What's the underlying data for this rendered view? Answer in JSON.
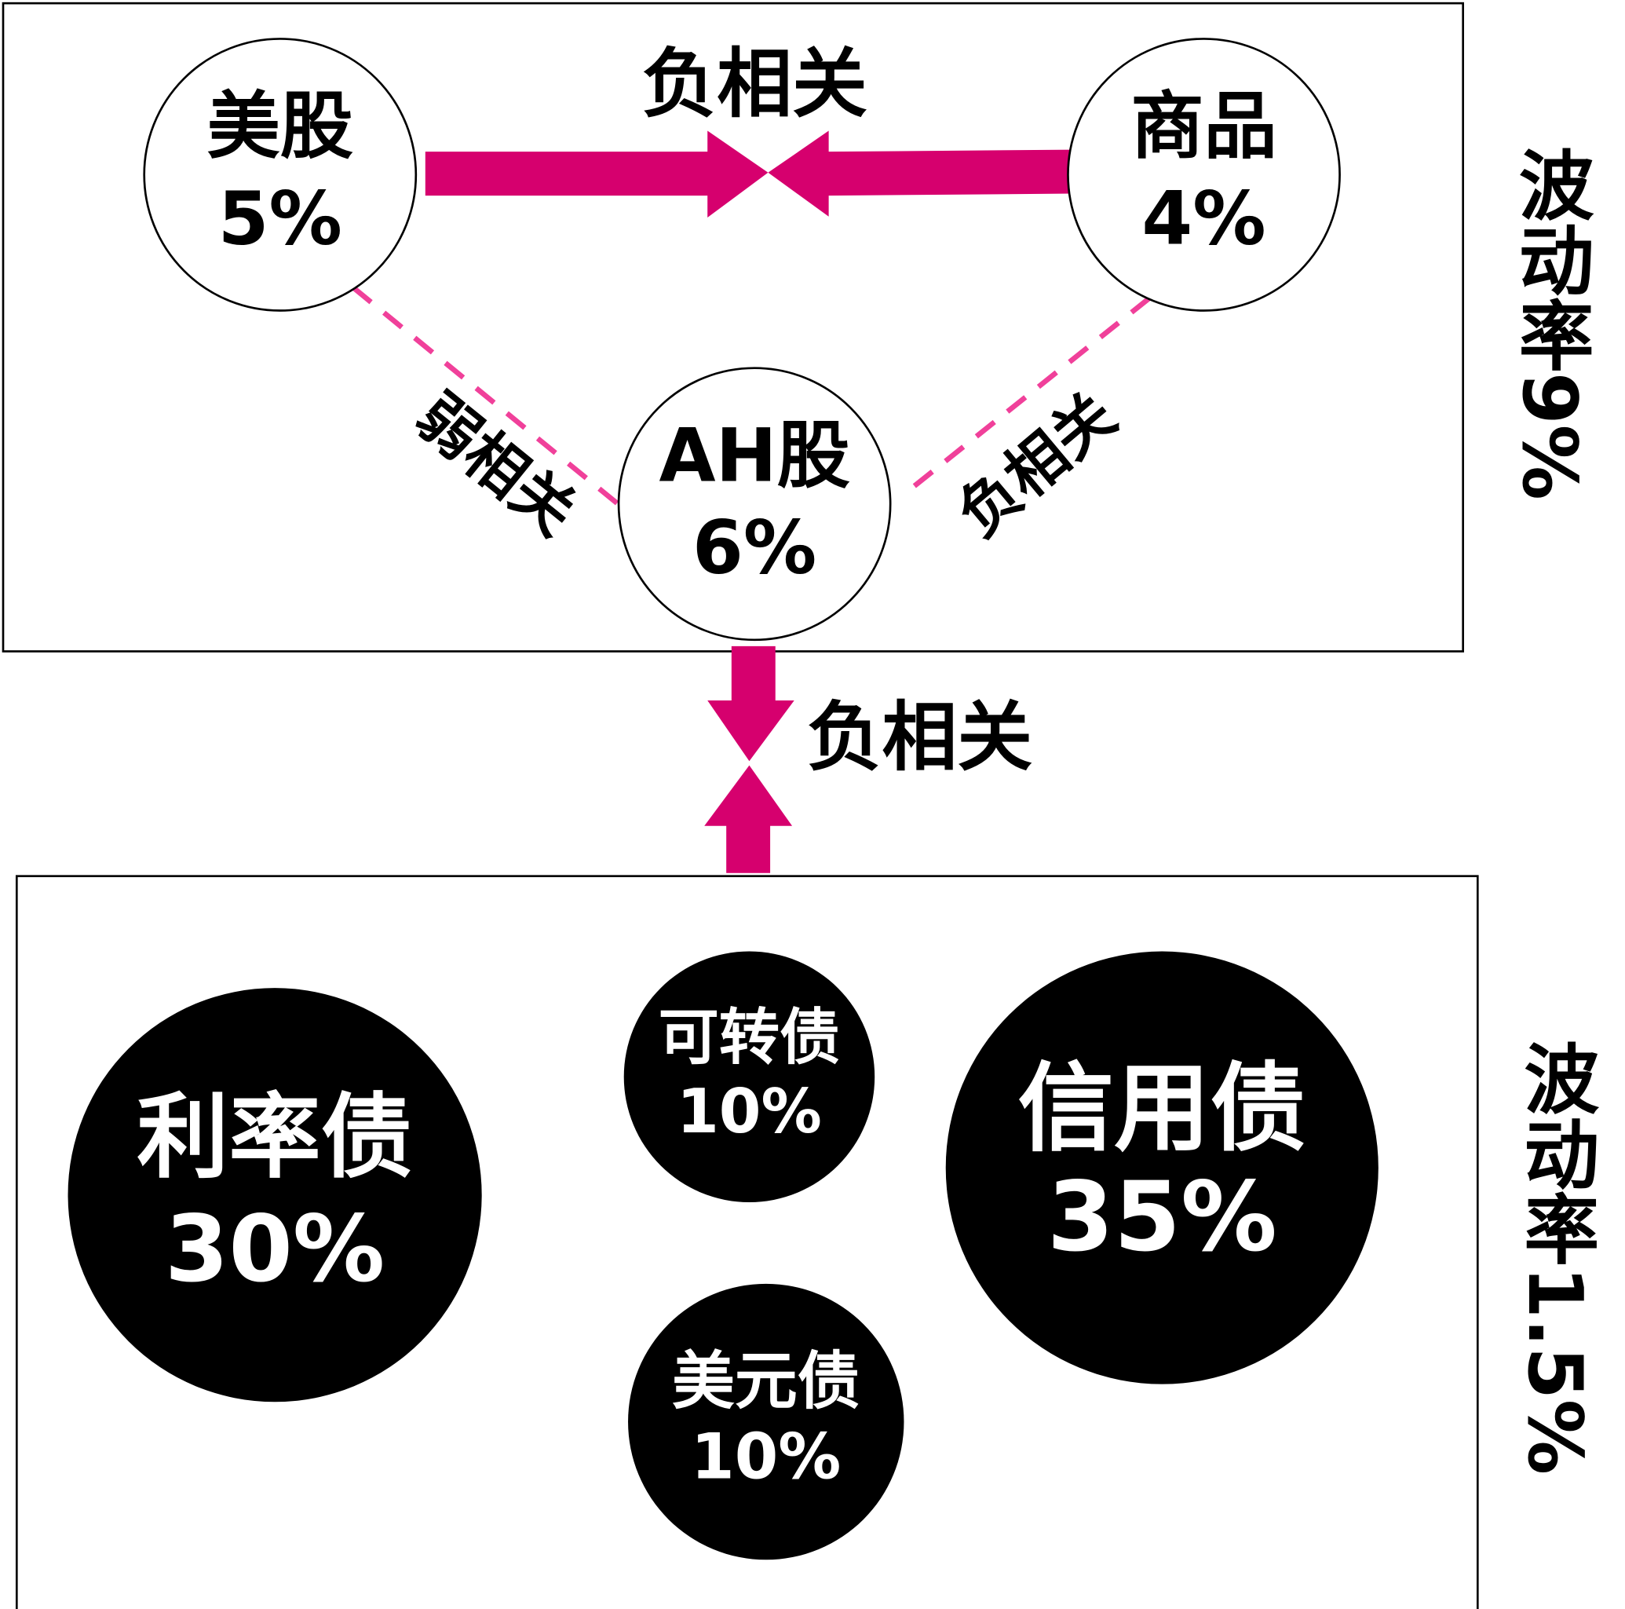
{
  "colors": {
    "accent": "#d6006e",
    "dash": "#f0409a",
    "bond_fill": "#000000"
  },
  "top_group": {
    "volatility_label": "波动率9%",
    "assets": [
      {
        "name": "美股",
        "weight": "5%"
      },
      {
        "name": "商品",
        "weight": "4%"
      },
      {
        "name": "AH股",
        "weight": "6%"
      }
    ],
    "relations": {
      "us_commodity": "负相关",
      "us_ah": "弱相关",
      "commodity_ah": "负相关"
    }
  },
  "between_groups": {
    "relation": "负相关"
  },
  "bottom_group": {
    "volatility_label": "波动率1.5%",
    "assets": [
      {
        "name": "利率债",
        "weight": "30%"
      },
      {
        "name": "可转债",
        "weight": "10%"
      },
      {
        "name": "信用债",
        "weight": "35%"
      },
      {
        "name": "美元债",
        "weight": "10%"
      }
    ]
  }
}
